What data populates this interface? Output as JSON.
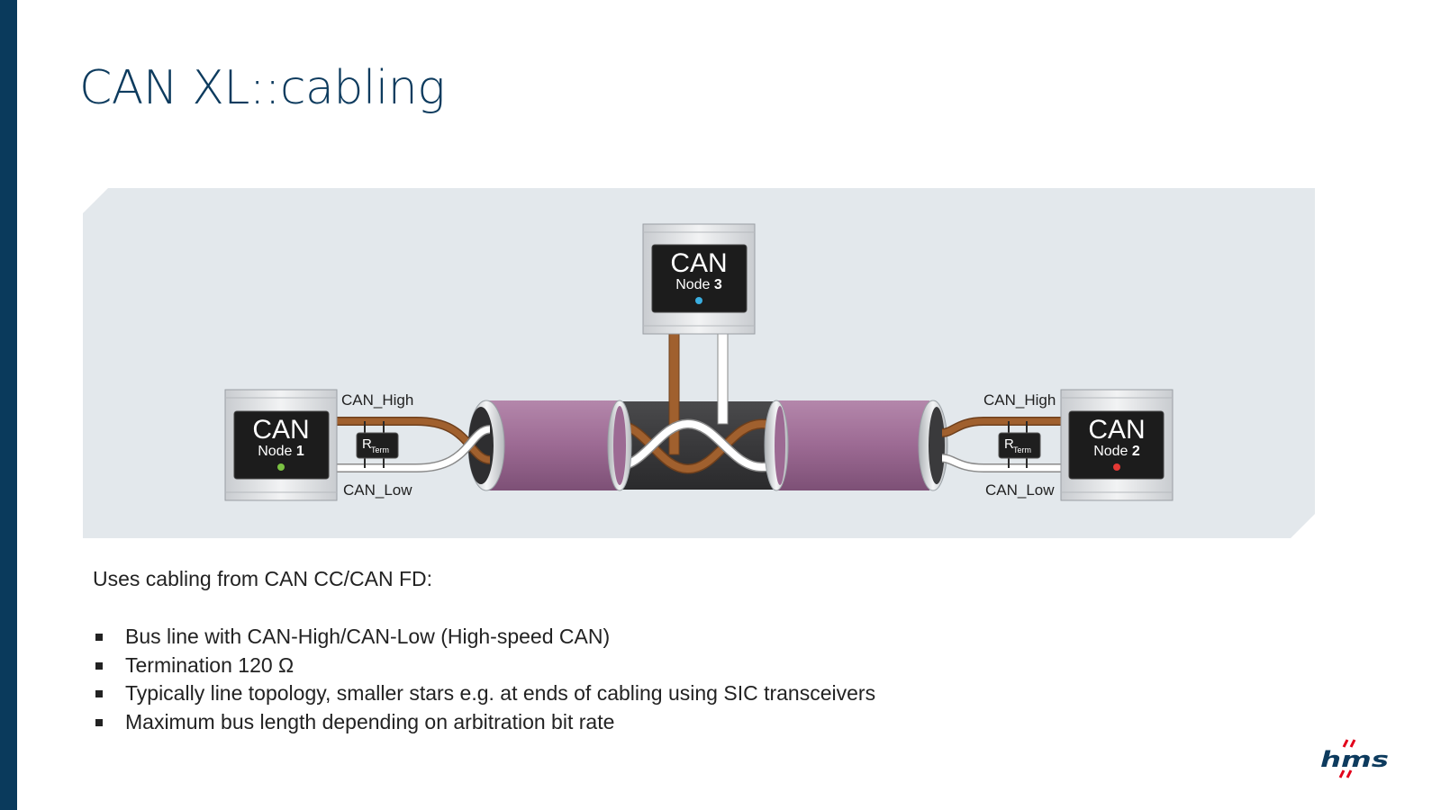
{
  "slide": {
    "title": "CAN XL::cabling",
    "accent_color": "#0a3a5c"
  },
  "diagram": {
    "nodes": [
      {
        "title": "CAN",
        "name": "Node",
        "number": "1",
        "led_color": "#7ac142"
      },
      {
        "title": "CAN",
        "name": "Node",
        "number": "2",
        "led_color": "#e53935"
      },
      {
        "title": "CAN",
        "name": "Node",
        "number": "3",
        "led_color": "#3aaee0"
      }
    ],
    "labels": {
      "left_high": "CAN_High",
      "left_low": "CAN_Low",
      "right_high": "CAN_High",
      "right_low": "CAN_Low"
    },
    "resistor": {
      "symbol": "R",
      "subscript": "Term"
    },
    "colors": {
      "background": "#e3e8ec",
      "can_high_wire": "#a0602e",
      "can_low_wire": "#ffffff",
      "cable_sheath": "#9c6a93",
      "cable_core": "#3a3a3c"
    }
  },
  "body": {
    "intro": "Uses cabling from CAN CC/CAN FD:",
    "bullets": [
      "Bus line with CAN-High/CAN-Low (High-speed CAN)",
      "Termination 120 Ω",
      "Typically line topology, smaller stars e.g. at ends of cabling using SIC transceivers",
      "Maximum bus length depending on arbitration bit rate"
    ]
  },
  "logo": {
    "icon": "hms-logo-icon",
    "text": "HMS"
  }
}
